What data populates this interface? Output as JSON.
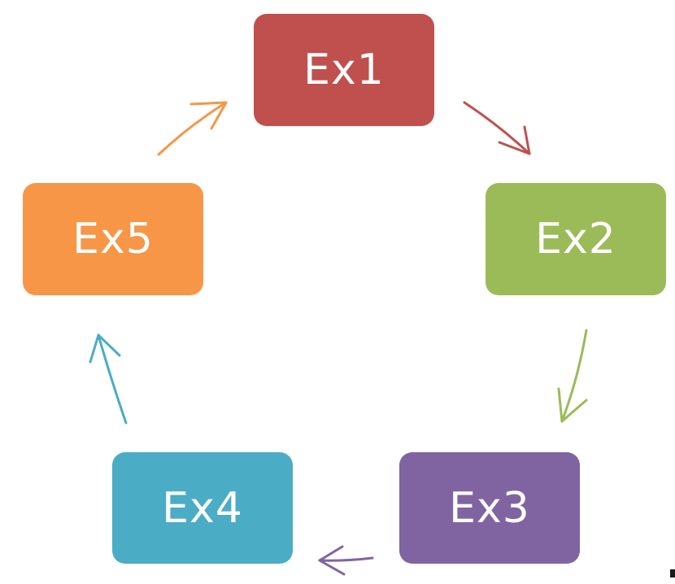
{
  "diagram": {
    "nodes": [
      {
        "id": "ex1",
        "label": "Ex1",
        "color": "#c0504d"
      },
      {
        "id": "ex2",
        "label": "Ex2",
        "color": "#9bbb59"
      },
      {
        "id": "ex3",
        "label": "Ex3",
        "color": "#8064a2"
      },
      {
        "id": "ex4",
        "label": "Ex4",
        "color": "#4bacc6"
      },
      {
        "id": "ex5",
        "label": "Ex5",
        "color": "#f79646"
      }
    ],
    "edges": [
      {
        "from": "ex1",
        "to": "ex2",
        "color": "#c0504d"
      },
      {
        "from": "ex2",
        "to": "ex3",
        "color": "#9bbb59"
      },
      {
        "from": "ex3",
        "to": "ex4",
        "color": "#8064a2"
      },
      {
        "from": "ex4",
        "to": "ex5",
        "color": "#4bacc6"
      },
      {
        "from": "ex5",
        "to": "ex1",
        "color": "#f79646"
      }
    ]
  }
}
